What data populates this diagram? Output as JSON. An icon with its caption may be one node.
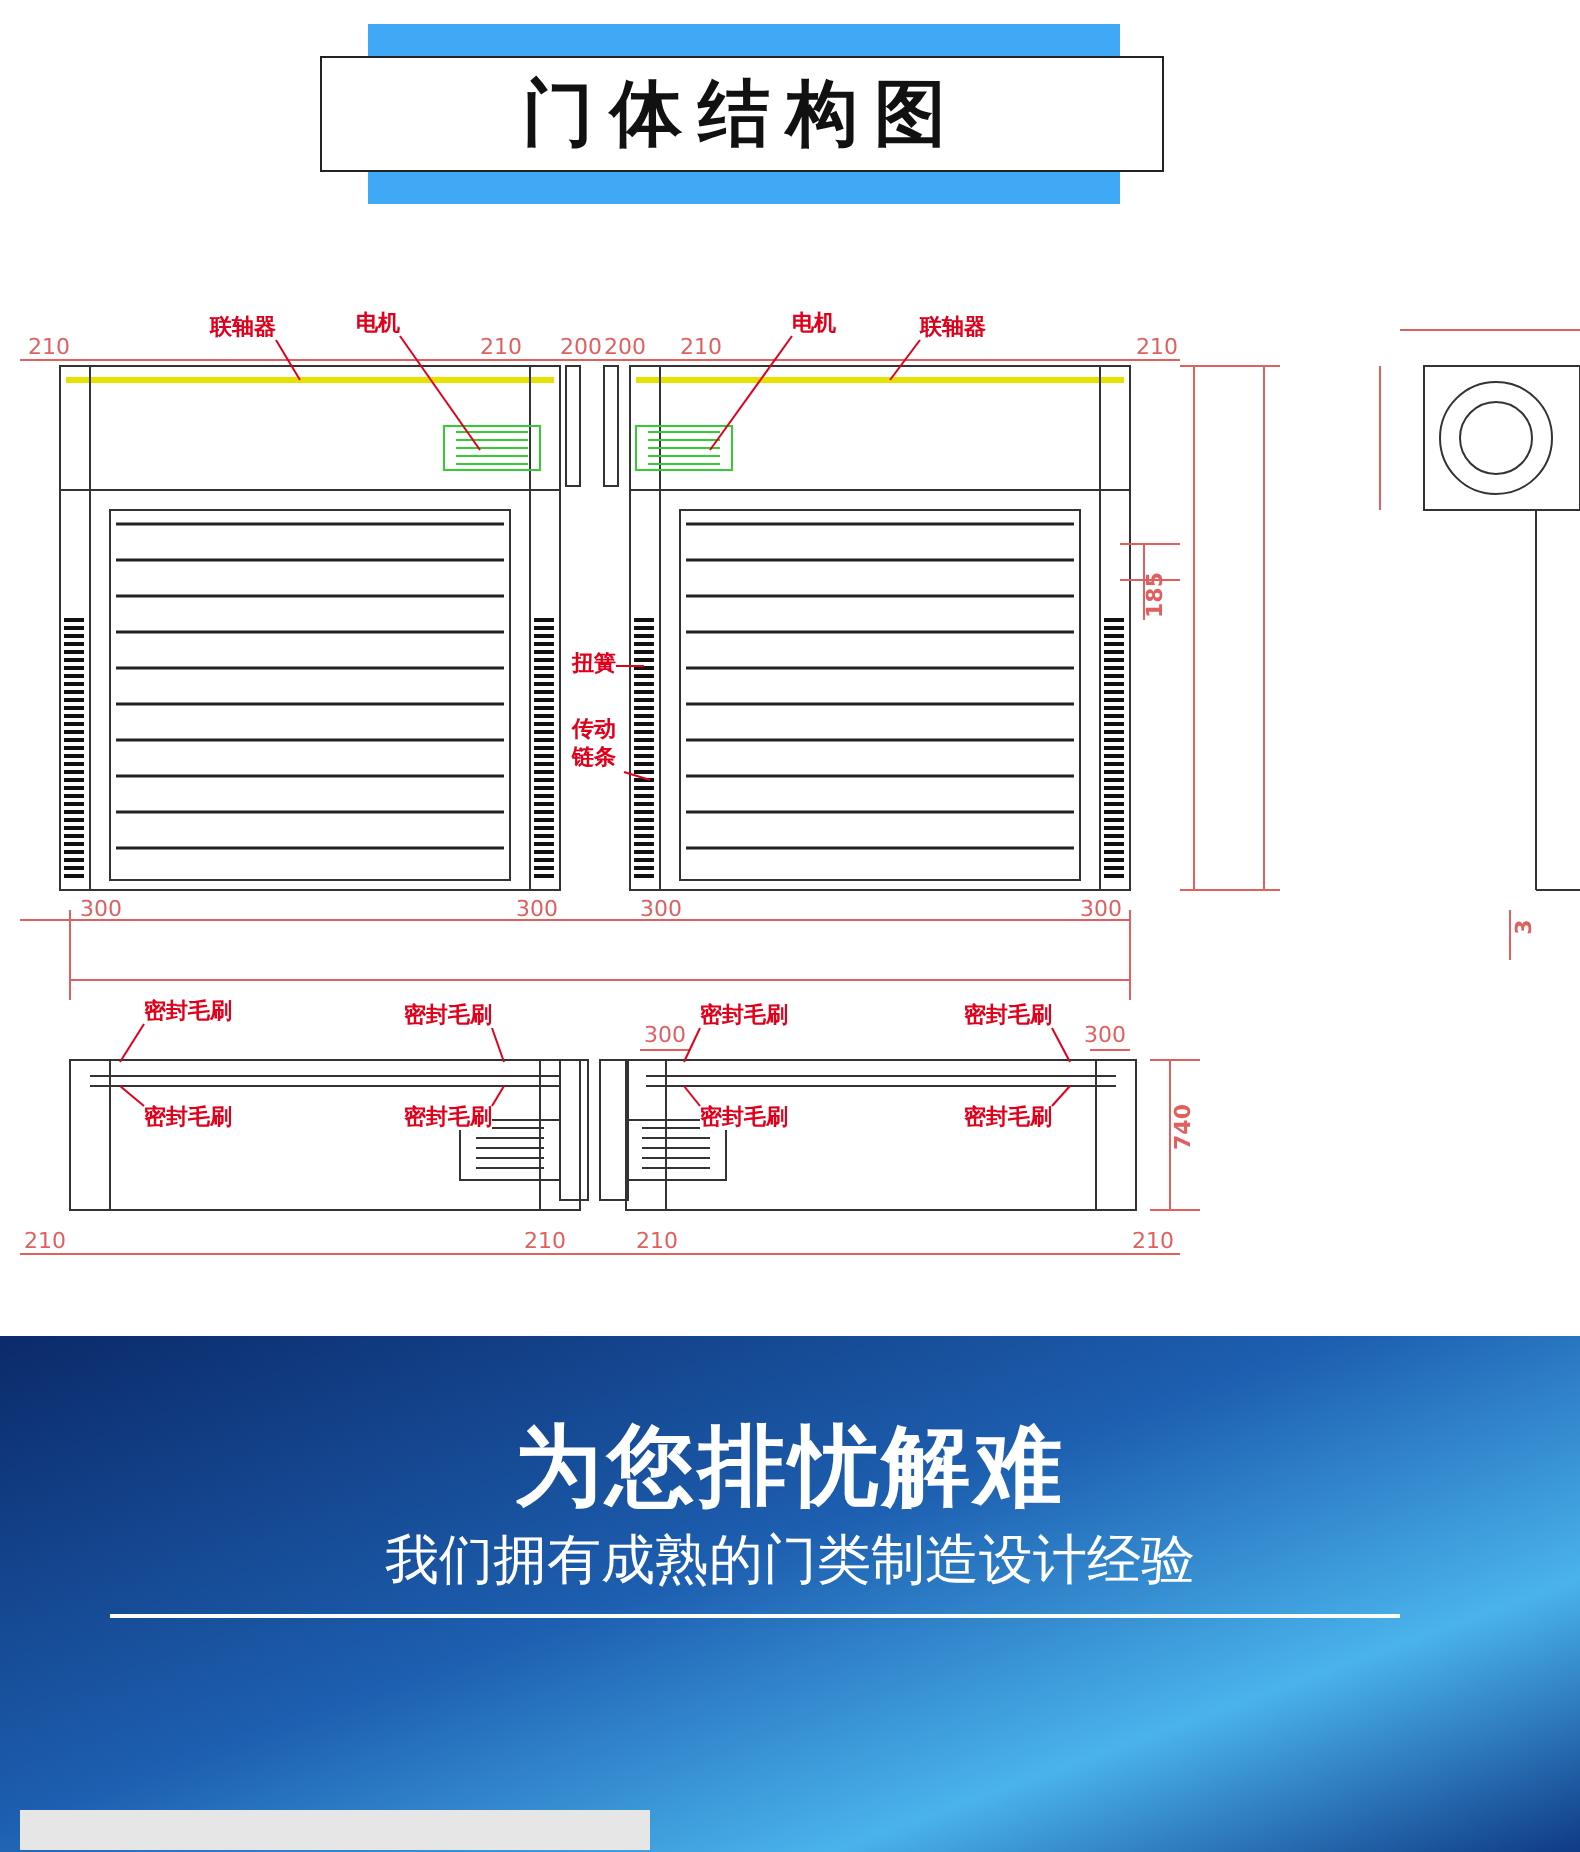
{
  "diagram": {
    "title": "门体结构图",
    "nodes": [
      {
        "text": [
          "联轴器"
        ]
      },
      {
        "text": [
          "电机"
        ]
      },
      {
        "text": [
          "电机"
        ]
      },
      {
        "text": [
          "联轴器"
        ]
      },
      {
        "text": [
          "扭簧"
        ]
      },
      {
        "text": [
          "传动链条"
        ]
      },
      {
        "text": [
          "密封毛刷"
        ]
      },
      {
        "text": [
          "密封毛刷"
        ]
      },
      {
        "text": [
          "密封毛刷"
        ]
      },
      {
        "text": [
          "密封毛刷"
        ]
      },
      {
        "text": [
          "密封毛刷"
        ]
      },
      {
        "text": [
          "密封毛刷"
        ]
      },
      {
        "text": [
          "密封毛刷"
        ]
      },
      {
        "text": [
          "密封毛刷"
        ]
      }
    ],
    "edges": [
      {
        "from": 0,
        "to": null,
        "arrow": "none"
      },
      {
        "from": 1,
        "to": null,
        "arrow": "none"
      },
      {
        "from": 2,
        "to": null,
        "arrow": "none"
      },
      {
        "from": 3,
        "to": null,
        "arrow": "none"
      },
      {
        "from": 4,
        "to": null,
        "arrow": "none"
      },
      {
        "from": 5,
        "to": null,
        "arrow": "none"
      },
      {
        "from": 6,
        "to": null,
        "arrow": "none"
      },
      {
        "from": 7,
        "to": null,
        "arrow": "none"
      },
      {
        "from": 8,
        "to": null,
        "arrow": "none"
      },
      {
        "from": 9,
        "to": null,
        "arrow": "none"
      },
      {
        "from": 10,
        "to": null,
        "arrow": "none"
      },
      {
        "from": 11,
        "to": null,
        "arrow": "none"
      },
      {
        "from": 12,
        "to": null,
        "arrow": "none"
      },
      {
        "from": 13,
        "to": null,
        "arrow": "none"
      }
    ],
    "labels": [
      "210",
      "210",
      "200",
      "200",
      "210",
      "210",
      "185",
      "300",
      "300",
      "300",
      "300",
      "3",
      "300",
      "300",
      "740",
      "210",
      "210",
      "210",
      "210",
      "为您排忧解难",
      "我们拥有成熟的门类制造设计经验"
    ]
  }
}
